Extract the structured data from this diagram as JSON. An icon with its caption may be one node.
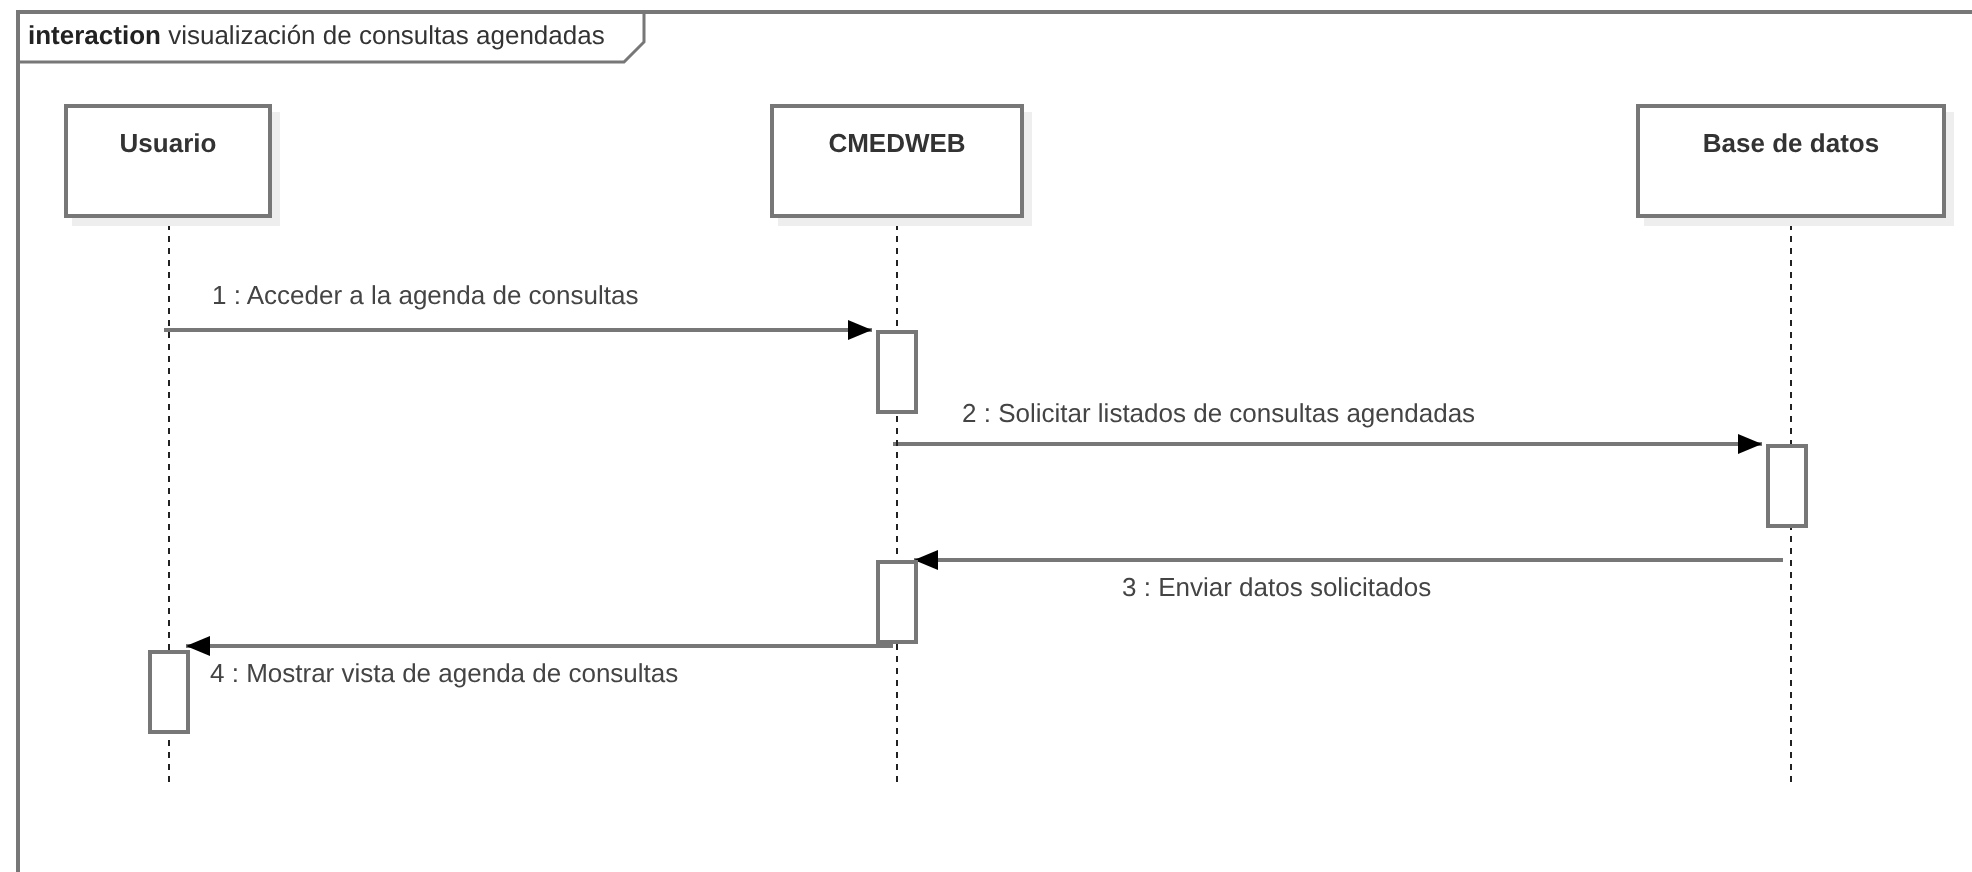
{
  "diagram": {
    "nodes": [
      {
        "text": [
          "**interaction** visualización de consultas agendadas"
        ]
      },
      {
        "text": [
          "Usuario"
        ],
        "in": 0
      },
      {
        "text": [
          "CMEDWEB"
        ],
        "in": 0
      },
      {
        "text": [
          "Base de datos"
        ],
        "in": 0
      },
      {
        "text": [],
        "shape": "bar",
        "in": 2
      },
      {
        "text": [],
        "shape": "bar",
        "in": 3
      },
      {
        "text": [],
        "shape": "bar",
        "in": 2
      },
      {
        "text": [],
        "shape": "bar",
        "in": 1
      }
    ],
    "edges": [
      {
        "from": 1,
        "to": 4,
        "arrow": "to",
        "label": "1 : Acceder a la agenda de consultas"
      },
      {
        "from": 4,
        "to": 5,
        "arrow": "to",
        "label": "2 : Solicitar listados de consultas agendadas"
      },
      {
        "from": 5,
        "to": 6,
        "arrow": "to",
        "label": "3 : Enviar datos solicitados"
      },
      {
        "from": 6,
        "to": 7,
        "arrow": "to",
        "label": "4 : Mostrar vista de agenda de consultas"
      }
    ]
  }
}
